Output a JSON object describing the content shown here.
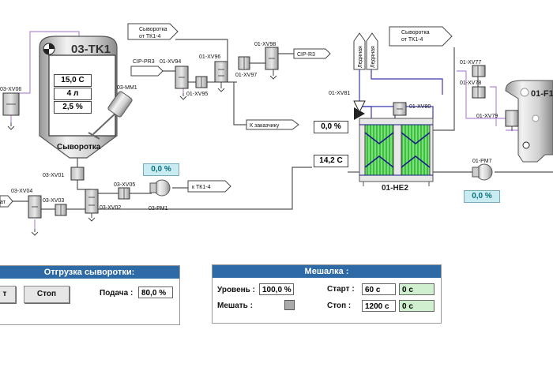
{
  "tank": {
    "name": "03-TK1",
    "product": "Сыворотка",
    "readings": [
      "15,0 С",
      "4 л",
      "2,5 %"
    ],
    "mixer": "03-MM1"
  },
  "valves": {
    "xv06": "03-XV06",
    "xv01": "03-XV01",
    "xv04": "03-XV04",
    "xv03": "03-XV03",
    "xv05": "03-XV05",
    "xv02": "03-XV02",
    "pm1": "03-PM1",
    "xv94": "01-XV94",
    "xv96": "01-XV96",
    "xv95": "01-XV95",
    "xv97": "01-XV97",
    "xv98": "01-XV98",
    "xv81": "01-XV81",
    "xv80": "01-XV80",
    "xv77": "01-XV77",
    "xv78": "01-XV78",
    "xv79": "01-XV79",
    "pm7": "01-PM7",
    "he2": "01-HE2",
    "f1": "01-F1"
  },
  "tags": {
    "whey_from_tk": "Сыворотка\nот ТК1-4",
    "cip_pr3": "CIP-PR3",
    "cip_r3": "CIP-R3",
    "to_customer": "К заказчику",
    "to_tk": "к ТК1-4",
    "ice_water_1": "Ледяная",
    "ice_water_2": "Ледяная",
    "whey_from_tk_right": "Сыворотка\nот ТК1-4",
    "left_at": "ат"
  },
  "values": {
    "pump_pct": "0,0 %",
    "hx_pct": "0,0 %",
    "hx_temp": "14,2 С",
    "pm7_pct": "0,0 %"
  },
  "unload_panel": {
    "title": "Отгрузка сыворотки:",
    "start_label": "т",
    "stop_label": "Стоп",
    "feed_label": "Подача :",
    "feed_value": "80,0 %"
  },
  "mixer_panel": {
    "title": "Мешалка :",
    "level_label": "Уровень :",
    "level_value": "100,0 %",
    "mix_label": "Мешать :",
    "start_label": "Старт :",
    "start_value": "60 с",
    "start_remaining": "0 с",
    "stop_label": "Стоп :",
    "stop_value": "1200 с",
    "stop_remaining": "0 с"
  },
  "colors": {
    "pipe": "#555555",
    "cip_line": "#b38ad6",
    "water_line": "#3a3ab0",
    "panel_header": "#2e6aa6",
    "hx_green": "#5cd65c"
  }
}
